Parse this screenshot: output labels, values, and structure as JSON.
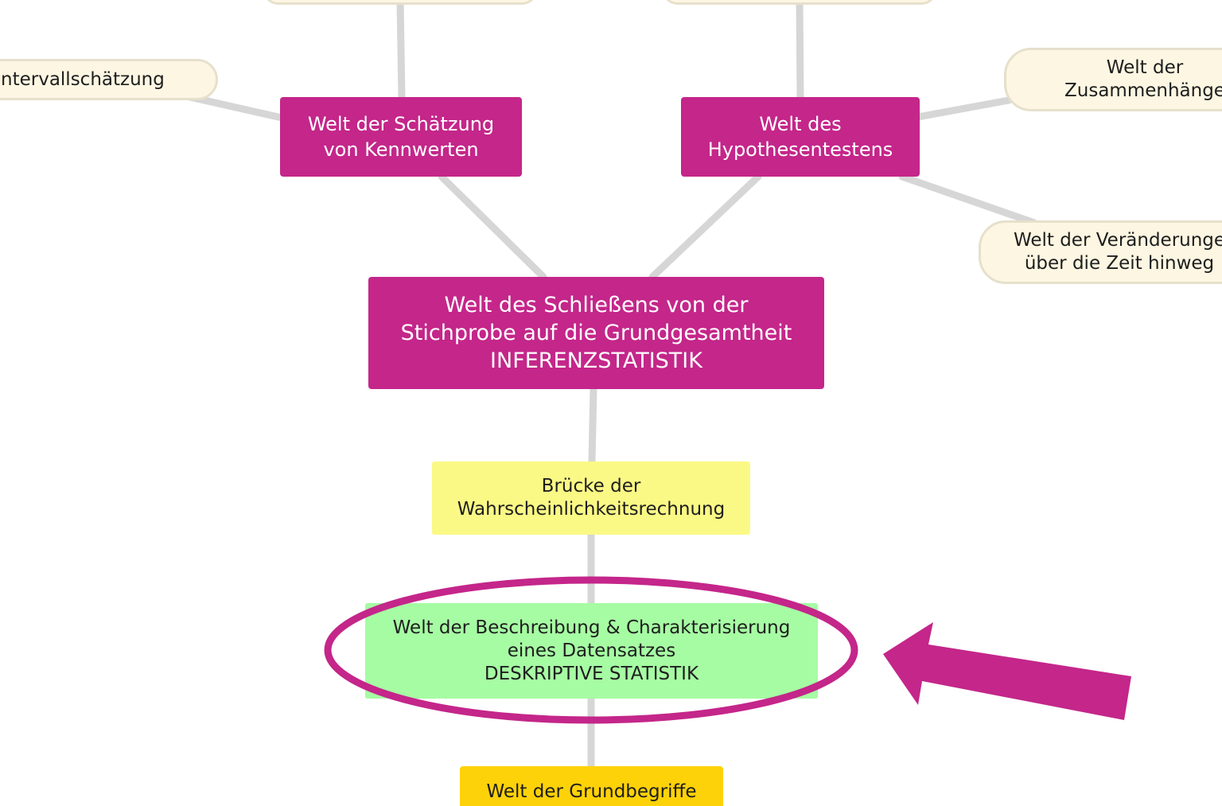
{
  "colors": {
    "magenta": "#c4268a",
    "cream": "#fcf6e2",
    "yellow": "#fbf985",
    "green": "#a6fca3",
    "gold": "#fed208",
    "connector": "#d6d6d6",
    "highlight": "#c4268a"
  },
  "nodes": {
    "top_left_stub": "",
    "top_right_stub": "",
    "intervall": "ntervallschätzung",
    "schaetzung": "Welt der Schätzung\nvon Kennwerten",
    "hypothesen": "Welt des\nHypothesentestens",
    "zusammenhaenge": "Welt der\nZusammenhänge",
    "veraenderungen": "Welt der Veränderunge\nüber die Zeit hinweg",
    "inferenz": "Welt des Schließens von der\nStichprobe auf die Grundgesamtheit\nINFERENZSTATISTIK",
    "bruecke": "Brücke der\nWahrscheinlichkeitsrechnung",
    "deskriptiv": "Welt der Beschreibung & Charakterisierung\neines Datensatzes\nDESKRIPTIVE STATISTIK",
    "grundbegriffe": "Welt der Grundbegriffe"
  },
  "annotations": {
    "highlight_shape": "ellipse",
    "arrow_direction": "left",
    "arrow_target": "deskriptiv"
  }
}
